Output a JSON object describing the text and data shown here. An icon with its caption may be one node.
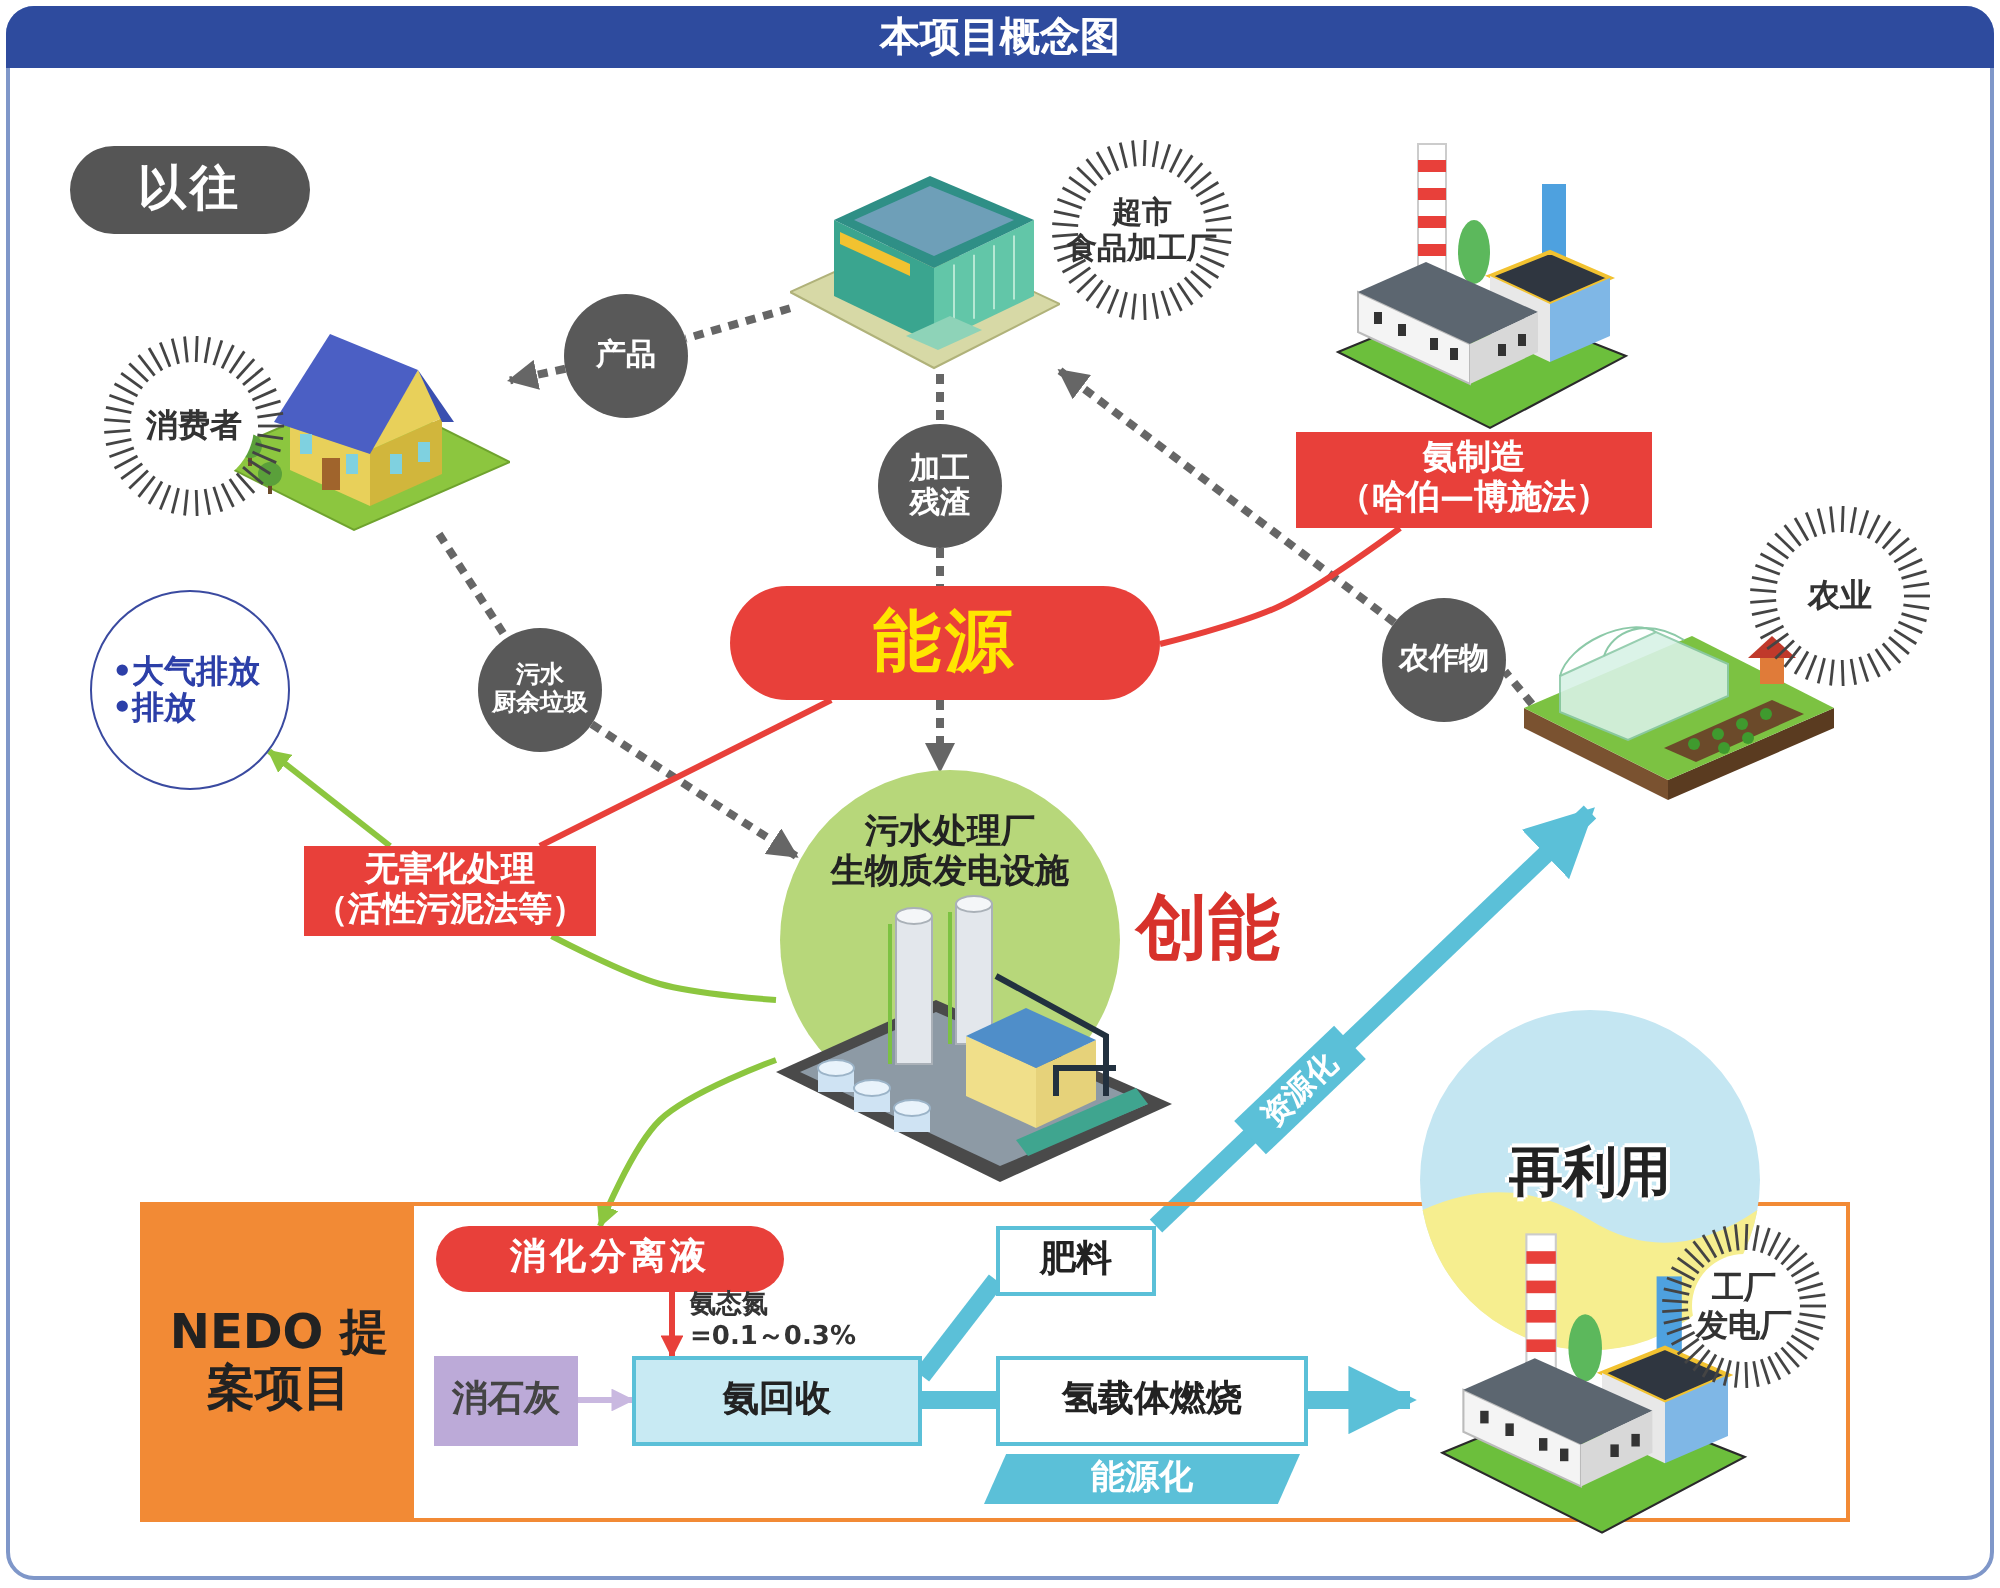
{
  "diagram": {
    "title": "本项目概念图",
    "nodes": [
      {
        "text": [
          "以往"
        ]
      },
      {
        "text": [],
        "shape": "picture",
        "beside": [
          "超市",
          "食品加工厂"
        ]
      },
      {
        "text": [
          "产品"
        ]
      },
      {
        "text": [],
        "shape": "picture",
        "beside": [
          "消费者"
        ]
      },
      {
        "text": [
          "加工残渣"
        ]
      },
      {
        "text": [
          "能源"
        ]
      },
      {
        "text": [
          "氨制造",
          "（哈伯—博施法）"
        ]
      },
      {
        "text": [
          "农作物"
        ]
      },
      {
        "text": [],
        "shape": "picture",
        "beside": [
          "农业"
        ]
      },
      {
        "text": [
          "•大气排放",
          "•排放"
        ]
      },
      {
        "text": [
          "污水",
          "厨余垃圾"
        ]
      },
      {
        "text": [
          "污水处理厂",
          "生物质发电设施"
        ]
      },
      {
        "text": [
          "无害化处理",
          "（活性污泥法等）"
        ]
      },
      {
        "text": [
          "NEDO 提案项目"
        ]
      },
      {
        "text": [
          "消化分离液"
        ],
        "in": 13
      },
      {
        "text": [
          "消石灰"
        ],
        "in": 13
      },
      {
        "text": [
          "氨回收"
        ],
        "in": 13,
        "beside": [
          "氨态氮",
          "=0.1～0.3%"
        ]
      },
      {
        "text": [
          "肥料"
        ],
        "in": 13
      },
      {
        "text": [
          "氢载体燃烧"
        ],
        "in": 13,
        "beside": [
          "能源化"
        ]
      },
      {
        "text": [
          "再利用"
        ],
        "beside": [
          "工厂",
          "发电厂"
        ]
      }
    ],
    "edges": [
      {
        "from": 1,
        "to": 2,
        "arrow": "none",
        "style": "dashed"
      },
      {
        "from": 2,
        "to": 3,
        "arrow": "to",
        "style": "dashed"
      },
      {
        "from": 1,
        "to": 4,
        "arrow": "none",
        "style": "dashed"
      },
      {
        "from": 4,
        "to": 5,
        "arrow": "none",
        "style": "dashed"
      },
      {
        "from": 5,
        "to": 11,
        "arrow": "to",
        "style": "dashed"
      },
      {
        "from": 3,
        "to": 10,
        "arrow": "none",
        "style": "dashed"
      },
      {
        "from": 10,
        "to": 11,
        "arrow": "to",
        "style": "dashed"
      },
      {
        "from": 8,
        "to": 7,
        "arrow": "none",
        "style": "dashed"
      },
      {
        "from": 7,
        "to": 1,
        "arrow": "to",
        "style": "dashed"
      },
      {
        "from": 5,
        "to": 6,
        "arrow": "none",
        "color": "#e8403a"
      },
      {
        "from": 5,
        "to": 12,
        "arrow": "none",
        "color": "#e8403a"
      },
      {
        "from": 11,
        "to": 12,
        "arrow": "none",
        "color": "#8cc63f"
      },
      {
        "from": 12,
        "to": 9,
        "arrow": "to",
        "color": "#8cc63f"
      },
      {
        "from": 11,
        "to": 14,
        "arrow": "to",
        "color": "#8cc63f"
      },
      {
        "from": 14,
        "to": 16,
        "arrow": "to",
        "color": "#e8403a"
      },
      {
        "from": 15,
        "to": 16,
        "arrow": "to",
        "color": "#c9b8e0"
      },
      {
        "from": 16,
        "to": 17,
        "arrow": "none",
        "style": "thick",
        "color": "#5bc0d8"
      },
      {
        "from": 17,
        "to": 8,
        "arrow": "to",
        "style": "thick",
        "color": "#5bc0d8",
        "label": "资源化"
      },
      {
        "from": 16,
        "to": 18,
        "arrow": "none",
        "style": "thick",
        "color": "#5bc0d8"
      },
      {
        "from": 18,
        "to": 19,
        "arrow": "to",
        "style": "thick",
        "color": "#5bc0d8"
      }
    ],
    "labels": [
      "创能"
    ]
  }
}
